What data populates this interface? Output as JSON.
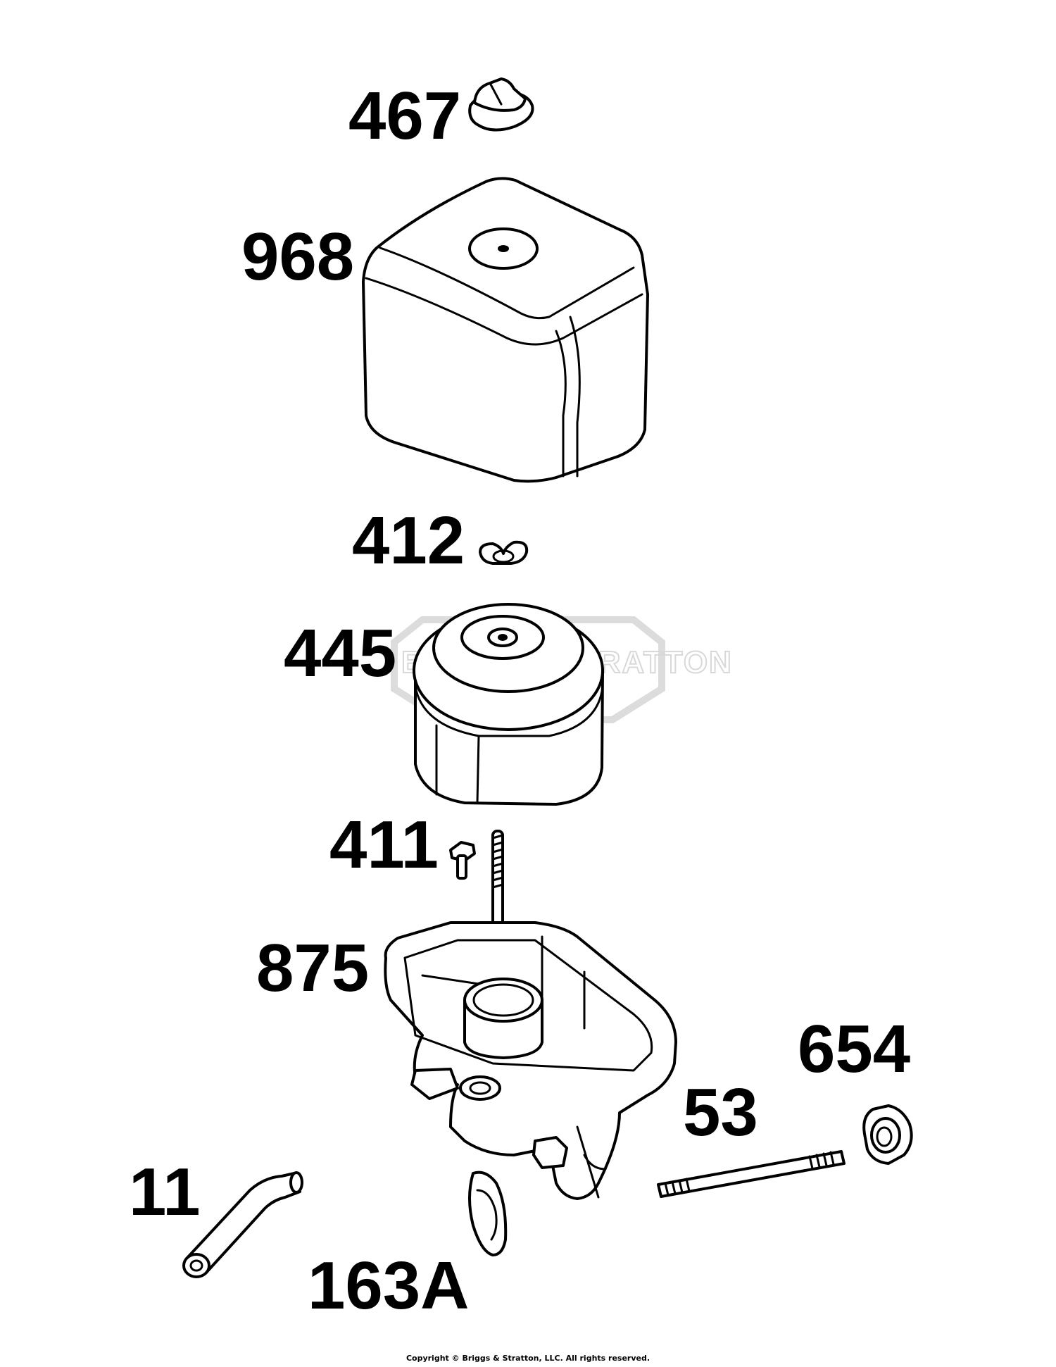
{
  "diagram": {
    "parts": [
      {
        "id": "467",
        "label": "467"
      },
      {
        "id": "968",
        "label": "968"
      },
      {
        "id": "412",
        "label": "412"
      },
      {
        "id": "445",
        "label": "445"
      },
      {
        "id": "411",
        "label": "411"
      },
      {
        "id": "875",
        "label": "875"
      },
      {
        "id": "654",
        "label": "654"
      },
      {
        "id": "53",
        "label": "53"
      },
      {
        "id": "11",
        "label": "11"
      },
      {
        "id": "163A",
        "label": "163A"
      }
    ],
    "watermark": "BRIGGS&STRATTON",
    "copyright": "Copyright © Briggs & Stratton, LLC. All rights reserved."
  },
  "colors": {
    "line": "#000000",
    "background": "#ffffff",
    "watermark": "#d8d8d8"
  }
}
